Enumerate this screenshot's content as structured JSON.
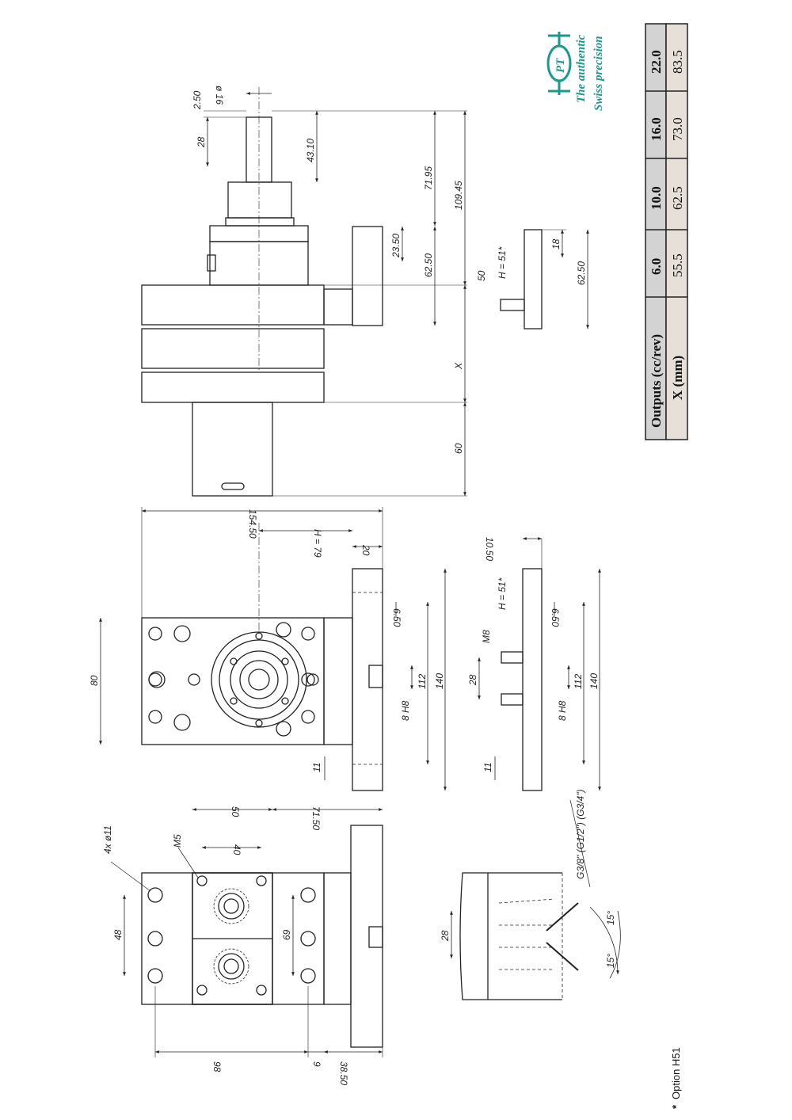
{
  "dimensions": {
    "d_4x11": "4x ø11",
    "d_m5": "M5",
    "d_48": "48",
    "d_69": "69",
    "d_40": "40",
    "d_50a": "50",
    "d_7150": "71.50",
    "d_98": "98",
    "d_9": "9",
    "d_3850": "38.50",
    "d_28a": "28",
    "d_g38": "G3/8\" (G1/2\") (G3/4\")",
    "d_15a": "15°",
    "d_15b": "15°",
    "d_80": "80",
    "d_15450": "154.50",
    "d_h79": "H = 79",
    "d_20": "20",
    "d_650a": "6.50",
    "d_8h8a": "8 H8",
    "d_112a": "112",
    "d_140a": "140",
    "d_11a": "11",
    "d_1050": "10.50",
    "d_m8": "M8",
    "d_h51a": "H = 51*",
    "d_650b": "6.50",
    "d_28b": "28",
    "d_8h8b": "8 H8",
    "d_112b": "112",
    "d_140b": "140",
    "d_11b": "11",
    "d_250": "2.50",
    "d_16": "ø 16",
    "d_28c": "28",
    "d_4310": "43.10",
    "d_7195": "71.95",
    "d_10945": "109.45",
    "d_2350": "23.50",
    "d_6250a": "62.50",
    "d_50b": "50",
    "d_x": "X",
    "d_60": "60",
    "d_h51b": "H = 51*",
    "d_18": "18",
    "d_6250b": "62.50"
  },
  "logo": {
    "mark": "PT",
    "line1": "The authentic",
    "line2": "Swiss precision",
    "color": "#1a9a8f"
  },
  "table": {
    "header_label": "Outputs (cc/rev)",
    "row_label": "X (mm)",
    "outputs": [
      "6.0",
      "10.0",
      "16.0",
      "22.0"
    ],
    "x_mm": [
      "55.5",
      "62.5",
      "73.0",
      "83.5"
    ],
    "header_bg": "#d3d3d3",
    "row_bg": "#e6e0d8"
  },
  "footnote": {
    "star": "*",
    "text": "Option H51"
  }
}
